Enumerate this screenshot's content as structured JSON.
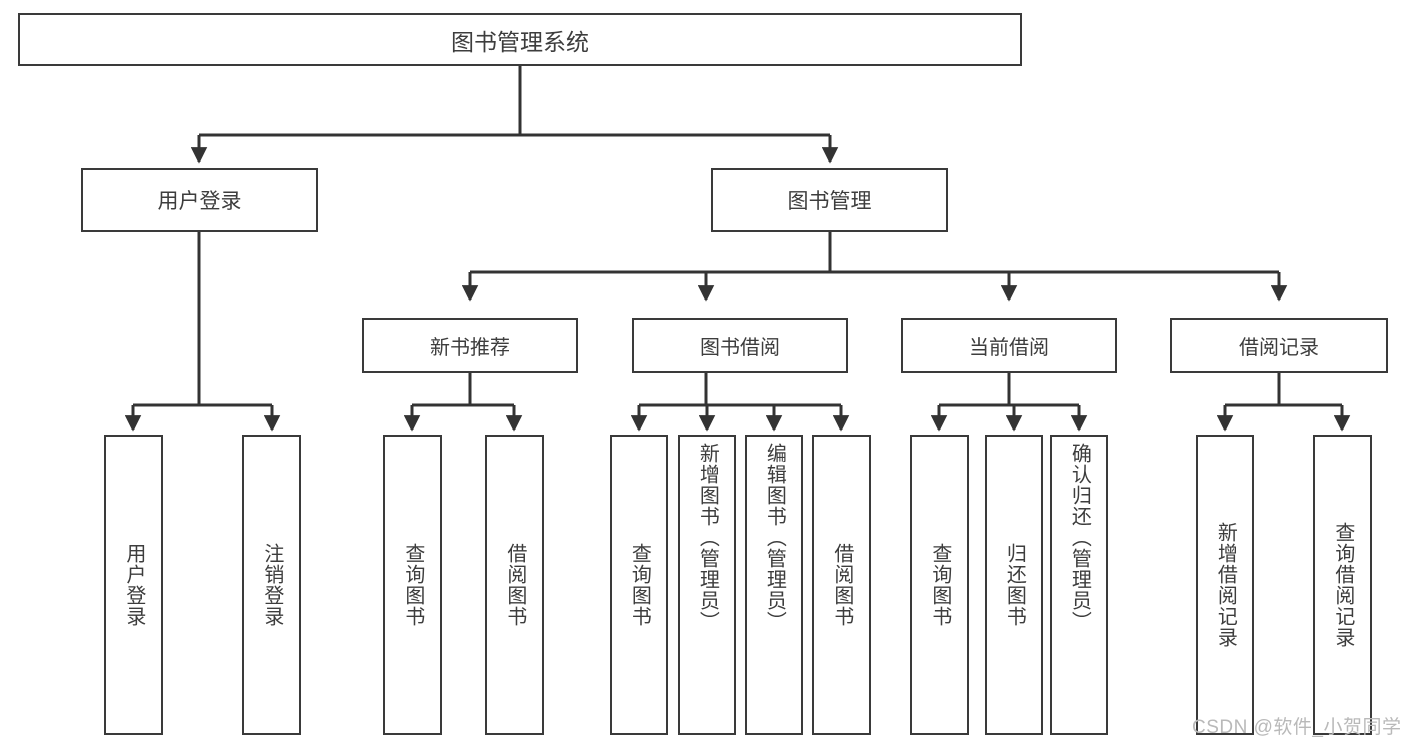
{
  "diagram": {
    "type": "tree-hierarchy",
    "title": "图书管理系统",
    "root": {
      "label": "图书管理系统"
    },
    "level2": [
      {
        "key": "user-login",
        "label": "用户登录"
      },
      {
        "key": "book-management",
        "label": "图书管理"
      }
    ],
    "level3": [
      {
        "key": "new-book-recommend",
        "label": "新书推荐",
        "parent": "book-management"
      },
      {
        "key": "book-borrow",
        "label": "图书借阅",
        "parent": "book-management"
      },
      {
        "key": "current-borrow",
        "label": "当前借阅",
        "parent": "book-management"
      },
      {
        "key": "borrow-record",
        "label": "借阅记录",
        "parent": "book-management"
      }
    ],
    "leaves": [
      {
        "key": "leaf-user-login",
        "label": "用户登录",
        "parent": "user-login"
      },
      {
        "key": "leaf-logout-login",
        "label": "注销登录",
        "parent": "user-login"
      },
      {
        "key": "leaf-query-book-1",
        "label": "查询图书",
        "parent": "new-book-recommend"
      },
      {
        "key": "leaf-borrow-book-1",
        "label": "借阅图书",
        "parent": "new-book-recommend"
      },
      {
        "key": "leaf-query-book-2",
        "label": "查询图书",
        "parent": "book-borrow"
      },
      {
        "key": "leaf-add-book-admin",
        "label": "新增图书（管理员）",
        "parent": "book-borrow"
      },
      {
        "key": "leaf-edit-book-admin",
        "label": "编辑图书（管理员）",
        "parent": "book-borrow"
      },
      {
        "key": "leaf-borrow-book-2",
        "label": "借阅图书",
        "parent": "book-borrow"
      },
      {
        "key": "leaf-query-book-3",
        "label": "查询图书",
        "parent": "current-borrow"
      },
      {
        "key": "leaf-return-book",
        "label": "归还图书",
        "parent": "current-borrow"
      },
      {
        "key": "leaf-confirm-return-admin",
        "label": "确认归还（管理员）",
        "parent": "current-borrow"
      },
      {
        "key": "leaf-add-borrow-record",
        "label": "新增借阅记录",
        "parent": "borrow-record"
      },
      {
        "key": "leaf-query-borrow-record",
        "label": "查询借阅记录",
        "parent": "borrow-record"
      }
    ],
    "watermark": "CSDN @软件_小贺同学",
    "colors": {
      "border": "#3a3a3a",
      "text": "#3d3d3d",
      "background": "#ffffff",
      "connector": "#333333",
      "watermark": "#b9b9b9"
    }
  }
}
